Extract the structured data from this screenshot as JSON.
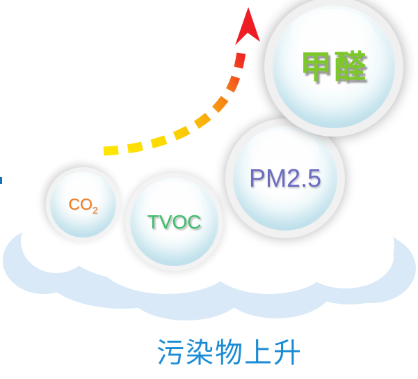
{
  "canvas": {
    "background": "#ffffff"
  },
  "left_edge_artifact": {
    "color": "#1474b8"
  },
  "cloud": {
    "fill": "#ffffff",
    "shadow_fill": "#d9e9f7"
  },
  "bubbles": [
    {
      "name": "co2",
      "label": "CO",
      "label_sub": "2",
      "label_color": "#ee7a1b"
    },
    {
      "name": "tvoc",
      "label": "TVOC",
      "label_color": "#3cbd68"
    },
    {
      "name": "pm25",
      "label": "PM2.5",
      "label_color": "#6b6bc4"
    },
    {
      "name": "formaldehyde",
      "label": "甲醛",
      "label_color": "#7cc829"
    }
  ],
  "arrow": {
    "style": "dashed",
    "direction": "up-right",
    "dash_count": 8,
    "gradient": [
      "#ffe600",
      "#fcd800",
      "#f9b10d",
      "#f4711b",
      "#ee1c23"
    ],
    "head_color": "#ee1c23"
  },
  "caption": {
    "text": "污染物上升",
    "color": "#1a8cd5"
  }
}
